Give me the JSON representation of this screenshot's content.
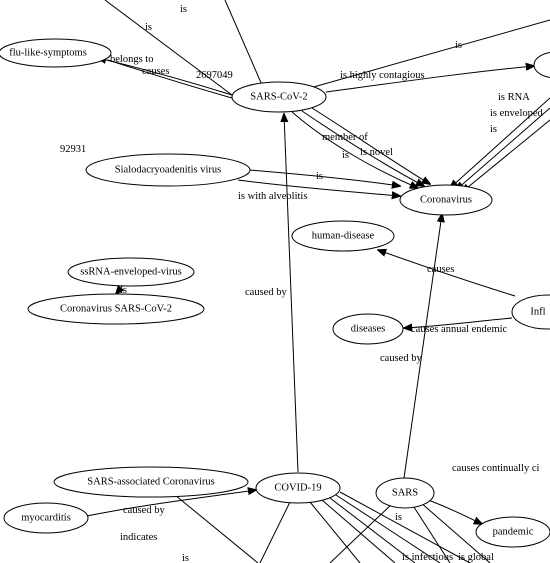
{
  "nodes": {
    "flu_like_symptoms": "flu-like-symptoms",
    "sars_cov_2": "SARS-CoV-2",
    "sialodacryoadenitis_virus": "Sialodacryoadenitis virus",
    "coronavirus": "Coronavirus",
    "human_disease": "human-disease",
    "ssrna_enveloped_virus": "ssRNA-enveloped-virus",
    "coronavirus_sars_cov_2": "Coronavirus SARS-CoV-2",
    "diseases": "diseases",
    "infl": "Infl",
    "sars_associated_coronavirus": "SARS-associated Coronavirus",
    "covid_19": "COVID-19",
    "sars": "SARS",
    "myocarditis": "myocarditis",
    "pandemic": "pandemic"
  },
  "edge_labels": {
    "is_top_left": "is",
    "is_top_small": "is",
    "belongs_to": "belongs to",
    "causes_top": "causes",
    "is_top_right": "is",
    "is_highly_contagious": "is highly contagious",
    "is_rna": "is RNA",
    "is_enveloped": "is enveloped",
    "is_right_small": "is",
    "member_of": "member of",
    "is_mid": "is",
    "is_novel": "is novel",
    "is_sialo": "is",
    "is_with_alveolitis": "is with alveolitis",
    "causes_human": "causes",
    "caused_by_left": "caused by",
    "is_ssrna": "is",
    "causes_annual_endemic": "causes annual endemic",
    "caused_by_right": "caused by",
    "causes_continually": "causes continually ci",
    "caused_by_bottom": "caused by",
    "indicates": "indicates",
    "is_sars": "is",
    "is_bottom_small": "is",
    "is_infectious": "is infectious",
    "is_global": "is global"
  },
  "free_text": {
    "number_a": "2697049",
    "number_b": "92931"
  }
}
